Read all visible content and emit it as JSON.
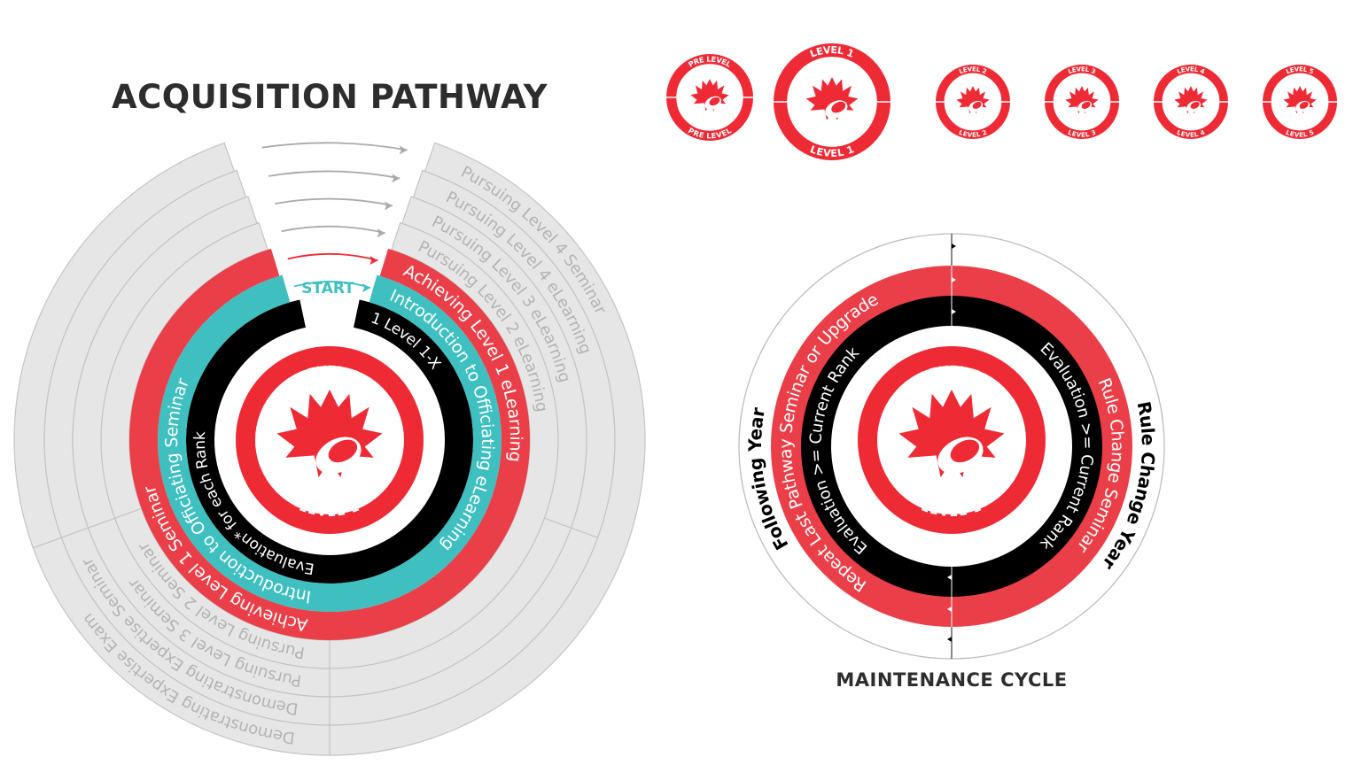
{
  "acquisition": {
    "title": "ACQUISITION PATHWAY",
    "start_label": "START",
    "center_badge": {
      "top": "LEVEL 1",
      "bottom": "LEVEL 1"
    },
    "rings": {
      "black": {
        "left": "Evaluation* for each Rank",
        "right": "1 Level 1-X"
      },
      "teal": {
        "left": "Introduction to Officiating Seminar",
        "right": "Introduction to Officiating eLearning"
      },
      "red": {
        "left": "Achieving Level 1 Seminar",
        "right": "Achieving Level 1 eLearning"
      },
      "gray": [
        {
          "left": "Pursuing Level 2 Seminar",
          "right": "Pursuing Level 2 eLearning"
        },
        {
          "left": "Pursuing Level 3 Seminar",
          "right": "Pursuing Level 3 eLearning"
        },
        {
          "left": "Demonstrating Expertise Seminar",
          "right": "Pursuing Level 4 eLearning"
        },
        {
          "left": "Demonstrating Expertise Exam",
          "right": "Pursuing Level 4 Seminar"
        }
      ]
    }
  },
  "badges": [
    {
      "top": "PRE LEVEL",
      "bottom": "PRE LEVEL"
    },
    {
      "top": "LEVEL 1",
      "bottom": "LEVEL 1"
    },
    {
      "top": "LEVEL 2",
      "bottom": "LEVEL 2"
    },
    {
      "top": "LEVEL 3",
      "bottom": "LEVEL 3"
    },
    {
      "top": "LEVEL 4",
      "bottom": "LEVEL 4"
    },
    {
      "top": "LEVEL 5",
      "bottom": "LEVEL 5"
    }
  ],
  "maintenance": {
    "title": "MAINTENANCE CYCLE",
    "center_badge": {
      "top": "LEVEL 1",
      "bottom": "LEVEL 1"
    },
    "outer_left": "Following Year",
    "outer_right": "Rule Change Year",
    "red_left": "Repeat Last Pathway Seminar or Upgrade",
    "red_right": "Rule Change Seminar",
    "black_left": "Evaluation >= Current Rank",
    "black_right": "Evaluation >= Current Rank"
  },
  "colors": {
    "red": "#ee2a35",
    "red_ring": "#ea3f48",
    "teal": "#3fbfbf",
    "black": "#000000",
    "gray_fill": "#e6e6e6",
    "gray_line": "#c4c4c4",
    "gray_text": "#b3b3b3",
    "heading": "#2d2d2d"
  }
}
